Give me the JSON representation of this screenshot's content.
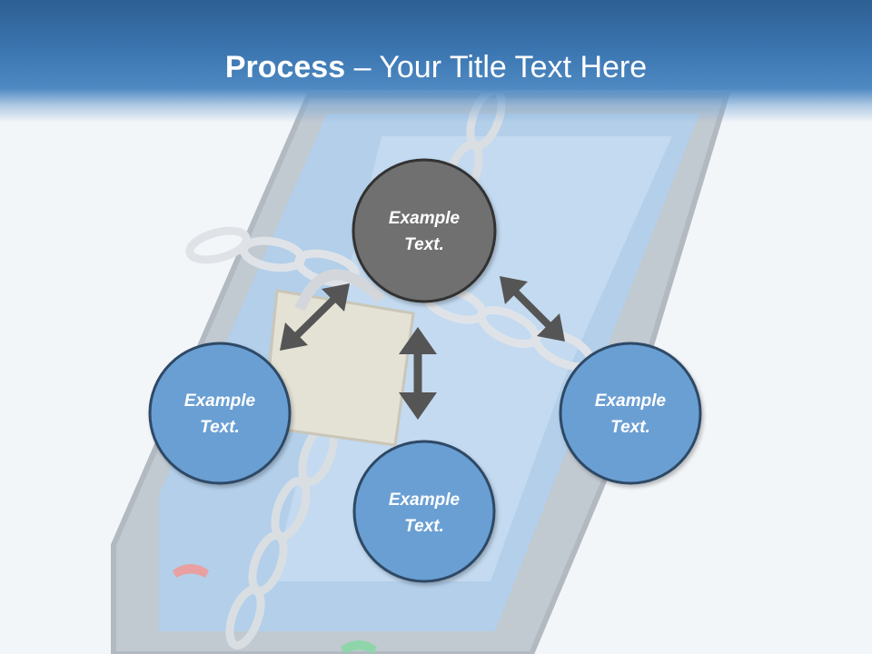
{
  "title": {
    "bold": "Process",
    "rest": "– Your Title Text Here"
  },
  "nodes": [
    {
      "id": "top",
      "line1": "Example",
      "line2": "Text."
    },
    {
      "id": "left",
      "line1": "Example",
      "line2": "Text."
    },
    {
      "id": "bottom",
      "line1": "Example",
      "line2": "Text."
    },
    {
      "id": "right",
      "line1": "Example",
      "line2": "Text."
    }
  ],
  "colors": {
    "header": "#3d78b3",
    "center_node": "#6f6f6f",
    "outer_node": "#6a9fd3",
    "node_border": "#2e4a66",
    "arrow": "#555555"
  },
  "background_image": "smartphone-locked-with-chain-and-padlock"
}
